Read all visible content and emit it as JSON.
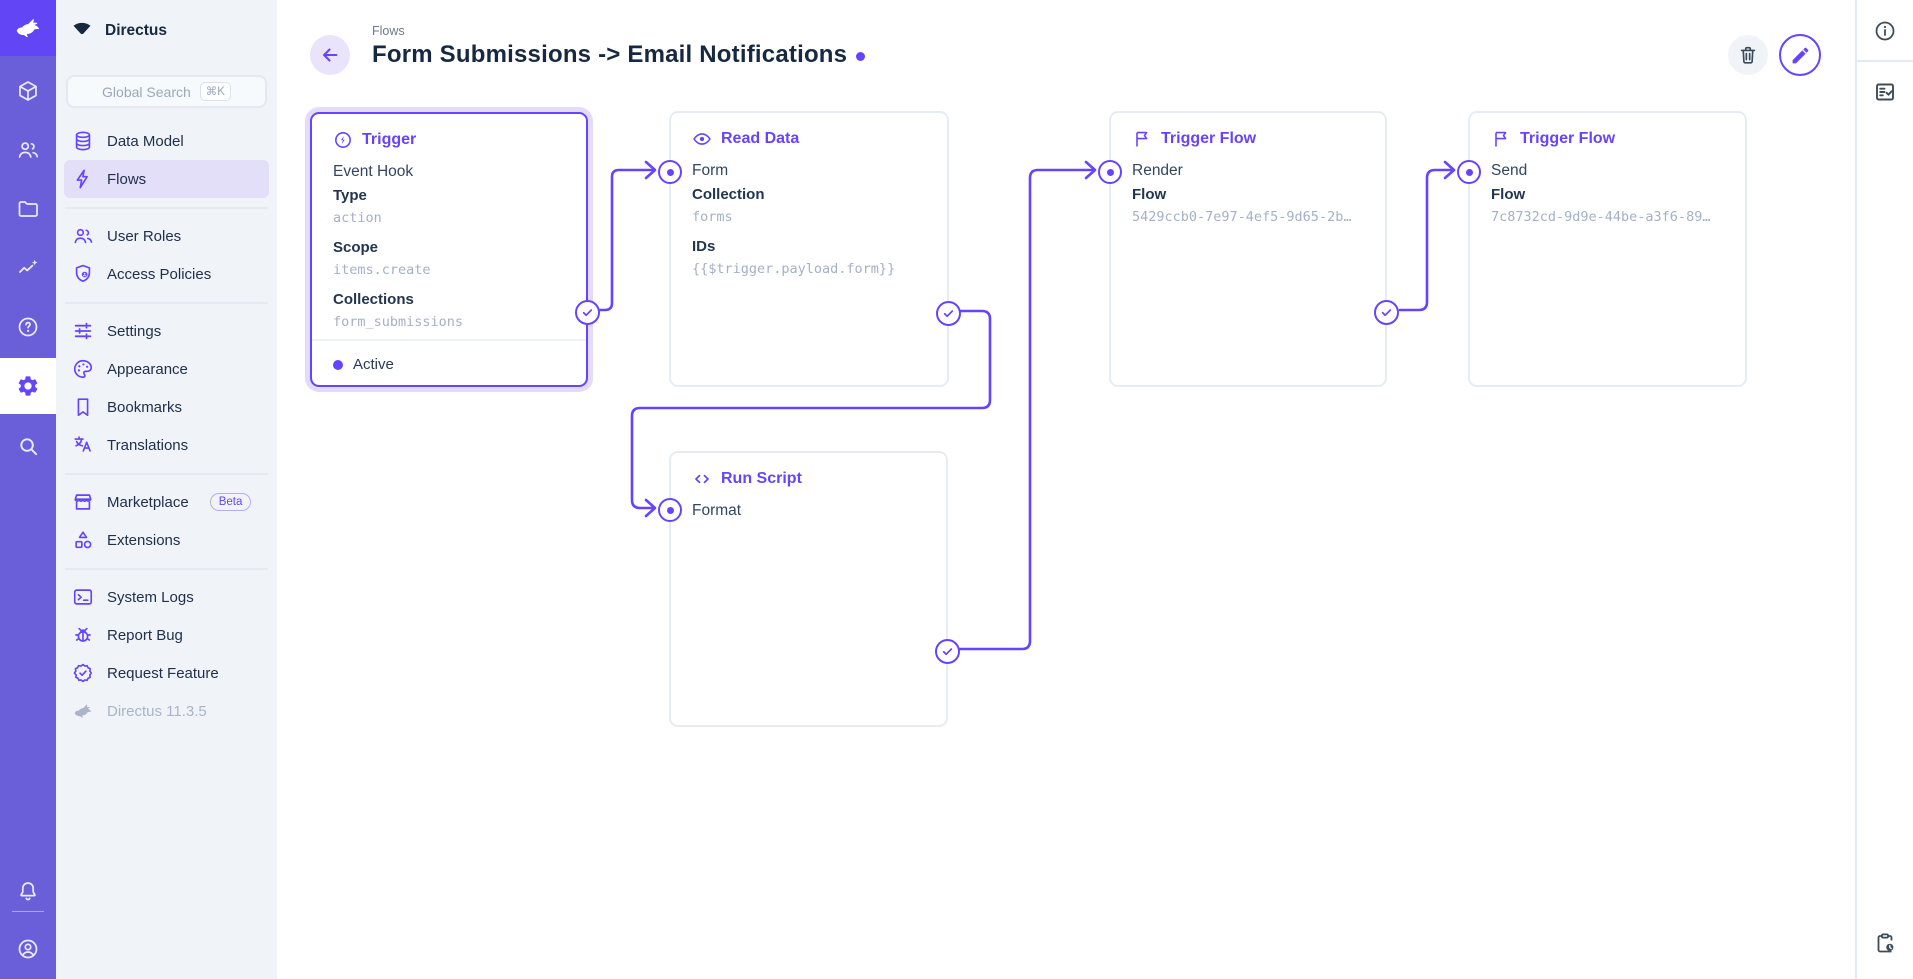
{
  "colors": {
    "accent": "#6644FF",
    "module_bar_bg": "#6A5FD9",
    "logo_bg": "#6246F5",
    "sidebar_bg": "#F0F4F9",
    "active_item_bg": "#E4DFF9",
    "card_border": "#E7ECF2",
    "text_dark": "#172940",
    "text_subdued": "#A4B1C5"
  },
  "project": {
    "name": "Directus",
    "version": "Directus 11.3.5"
  },
  "sidebar": {
    "search_placeholder": "Global Search",
    "search_shortcut": "⌘K",
    "items": {
      "data_model": "Data Model",
      "flows": "Flows",
      "user_roles": "User Roles",
      "access_policies": "Access Policies",
      "settings": "Settings",
      "appearance": "Appearance",
      "bookmarks": "Bookmarks",
      "translations": "Translations",
      "marketplace": "Marketplace",
      "marketplace_badge": "Beta",
      "extensions": "Extensions",
      "system_logs": "System Logs",
      "report_bug": "Report Bug",
      "request_feature": "Request Feature"
    }
  },
  "header": {
    "breadcrumb": "Flows",
    "title": "Form Submissions -> Email Notifications"
  },
  "flow": {
    "trigger": {
      "type_label": "Trigger",
      "name": "Event Hook",
      "fields": [
        {
          "label": "Type",
          "value": "action"
        },
        {
          "label": "Scope",
          "value": "items.create"
        },
        {
          "label": "Collections",
          "value": "form_submissions"
        }
      ],
      "status": "Active"
    },
    "read_data": {
      "type_label": "Read Data",
      "name": "Form",
      "fields": [
        {
          "label": "Collection",
          "value": "forms"
        },
        {
          "label": "IDs",
          "value": "{{$trigger.payload.form}}"
        }
      ]
    },
    "run_script": {
      "type_label": "Run Script",
      "name": "Format"
    },
    "render": {
      "type_label": "Trigger Flow",
      "name": "Render",
      "fields": [
        {
          "label": "Flow",
          "value": "5429ccb0-7e97-4ef5-9d65-2b…"
        }
      ]
    },
    "send": {
      "type_label": "Trigger Flow",
      "name": "Send",
      "fields": [
        {
          "label": "Flow",
          "value": "7c8732cd-9d9e-44be-a3f6-89…"
        }
      ]
    }
  }
}
